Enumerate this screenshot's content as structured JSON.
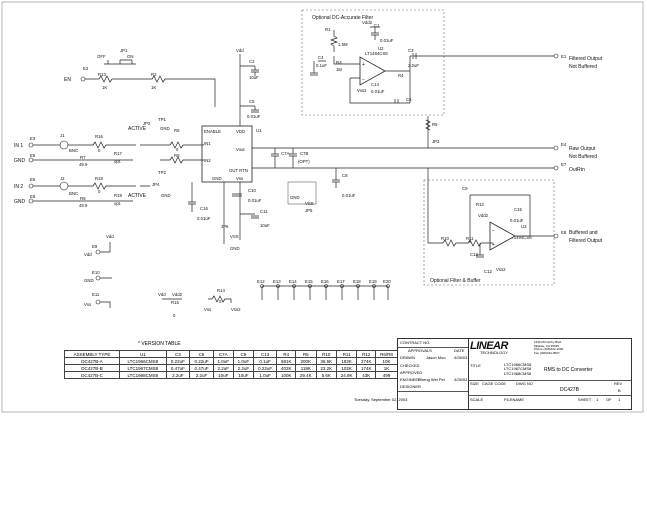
{
  "blocks": {
    "dc_filter_title": "Optional DC-Accurate Filter",
    "filter_buffer_title": "Optional Filter & Buffer"
  },
  "outputs": {
    "e1": "E1",
    "e1_label1": "Filtered Output",
    "e1_label2": "Not Buffered",
    "e4": "E4",
    "e4_label1": "Raw Output",
    "e4_label2": "Not Buffered",
    "e7": "E7",
    "e7_label": "OutRtn",
    "e8": "E8",
    "e8_label1": "Buffered and",
    "e8_label2": "Filtered Output"
  },
  "inputs": {
    "in1": "IN 1",
    "in1_e": "E3",
    "gnd1": "GND",
    "gnd1_e": "E5",
    "in2": "IN 2",
    "in2_e": "E6",
    "gnd2": "GND",
    "gnd2_e": "E8",
    "en": "EN",
    "en_e": "E2",
    "vdd": "Vdd",
    "vdd_e": "E9",
    "gnd3": "GND",
    "gnd3_e": "E10",
    "vss": "Vss",
    "vss_e": "E11"
  },
  "components": {
    "jp1": "JP1",
    "jp1_off": "OFF",
    "jp1_on": "ON",
    "r1": "R1",
    "r1_v": "1.5M",
    "vdd2": "Vdd2",
    "c1": "C1",
    "c1_v": "0.01uF",
    "u2": "U2",
    "u2_part": "LT1494CS8",
    "c3": "C3",
    "c3_v": "2.2uF",
    "c4": "C4",
    "c4_v": "0.1uF",
    "r3": "R3",
    "r3_v": "1M",
    "c14": "C14",
    "c14_v": "0.01uF",
    "vss2": "Vss2",
    "r4": "R4",
    "c6": "C6",
    "r13": "R13",
    "r13_v": "1K",
    "r2": "R2",
    "r2_v": "1K",
    "c2": "C2",
    "c2_v": "10uF",
    "c5": "C5",
    "c5_v": "0.01uF",
    "jp2": "JP2",
    "active": "ACTIVE",
    "gnd": "GND",
    "tp1": "TP1",
    "r6": "R6",
    "r6_v": "0",
    "r8": "R8",
    "tp2": "TP2",
    "jp4": "JP4",
    "j1": "J1",
    "bnc": "BNC",
    "j2": "J2",
    "r16": "R16",
    "r16_v": "0",
    "r17": "R17",
    "opt": "opt.",
    "r7": "R7",
    "r7_v": "49.9",
    "r18": "R18",
    "r18_v": "0",
    "r9": "R9",
    "r9_v": "49.9",
    "r19": "R19",
    "u1": "U1",
    "enable": "ENABLE",
    "in1_pin": "IN1",
    "in2_pin": "IN2",
    "vdd_pin": "VDD",
    "vout": "Vout",
    "outrtn_pin": "OUT RTN",
    "vss_pin": "Vss",
    "c7a": "C7A",
    "c7b": "C7B",
    "c7b_opt": "(OPT)",
    "c8": "C8",
    "c8_v": "0.01uF",
    "c10": "C10",
    "c10_v": "0.01uF",
    "c11": "C11",
    "c11_v": "10uF",
    "c16": "C16",
    "c16_v": "0.01uF",
    "jp5": "JP5",
    "vss": "VSS",
    "jp6": "JP6",
    "r5": "R5",
    "jp3": "JP3",
    "c9": "C9",
    "r12": "R12",
    "c15": "C15",
    "c15_v": "0.01uF",
    "r10": "R10",
    "r11": "R11",
    "u3": "U3",
    "u3_part": "LT1494CS8",
    "c12": "C12",
    "c13": "C13",
    "pin_numbers": [
      "1",
      "2",
      "3",
      "4",
      "5",
      "6",
      "7",
      "8"
    ],
    "r15": "R15",
    "r15_v": "0",
    "r14": "R14",
    "r14_v": "0"
  },
  "test_points": [
    "E12",
    "E13",
    "E14",
    "E15",
    "E16",
    "E17",
    "E18",
    "E19",
    "E20"
  ],
  "version_table": {
    "title": "* VERSION TABLE",
    "headers": [
      "ASSEMBLY TYPE",
      "U1",
      "C3",
      "C6",
      "C7A",
      "C9",
      "C13",
      "R4",
      "R5",
      "R10",
      "R11",
      "R12",
      "R6/R8"
    ],
    "rows": [
      [
        "DC427B-A",
        "LTC1966CMS8",
        "0.22uF",
        "0.22uF",
        "1.0uF",
        "1.0uF",
        "0.1uF",
        "681K",
        "200K",
        "36.5K",
        "182K",
        "274K",
        "10K"
      ],
      [
        "DC427B-B",
        "LTC1967CMS8",
        "0.47uF",
        "0.47uF",
        "2.2uF",
        "2.2uF",
        "0.22uF",
        "402K",
        "118K",
        "23.2K",
        "102K",
        "174K",
        "1K"
      ],
      [
        "DC427B-C",
        "LTC1968CMS8",
        "2.2uF",
        "2.2uF",
        "10uF",
        "10uF",
        "1.0uF",
        "100K",
        "29.4K",
        "5.6K",
        "24.9K",
        "43K",
        "499"
      ]
    ]
  },
  "title_block": {
    "contract_no": "CONTRACT NO.",
    "approvals": "APPROVALS",
    "date": "DATE",
    "drawn": "DRAWN",
    "drawn_name": "Jason Moo",
    "drawn_date": "4/28/03",
    "checked": "CHECKED",
    "approved": "APPROVED",
    "engineer": "ENGINEER",
    "engineer_name": "Cheng Wei Pei",
    "engineer_date": "4/28/03",
    "designer": "DESIGNER",
    "company": "LINEAR",
    "company_sub": "TECHNOLOGY",
    "address": [
      "1630 McCarthy Blvd.",
      "Milpitas, CA 95035",
      "Phone (408)432-1900",
      "Fax (408)434-0507"
    ],
    "title_label": "TITLE",
    "parts": [
      "LTC1966CMS8",
      "LTC1967CMS8",
      "LTC1968CMS8"
    ],
    "title_text": "RMS to DC Converter",
    "size": "SIZE",
    "cage": "CAGE CODE",
    "dwg_no": "DWG NO",
    "dwg_value": "DC427B",
    "rev": "REV",
    "rev_value": "B",
    "scale": "SCALE",
    "filename": "FILENAME",
    "sheet": "SHEET",
    "sheet_value": "1",
    "of": "OF",
    "of_value": "1",
    "date_stamp": "Tuesday, September 02, 2003"
  }
}
